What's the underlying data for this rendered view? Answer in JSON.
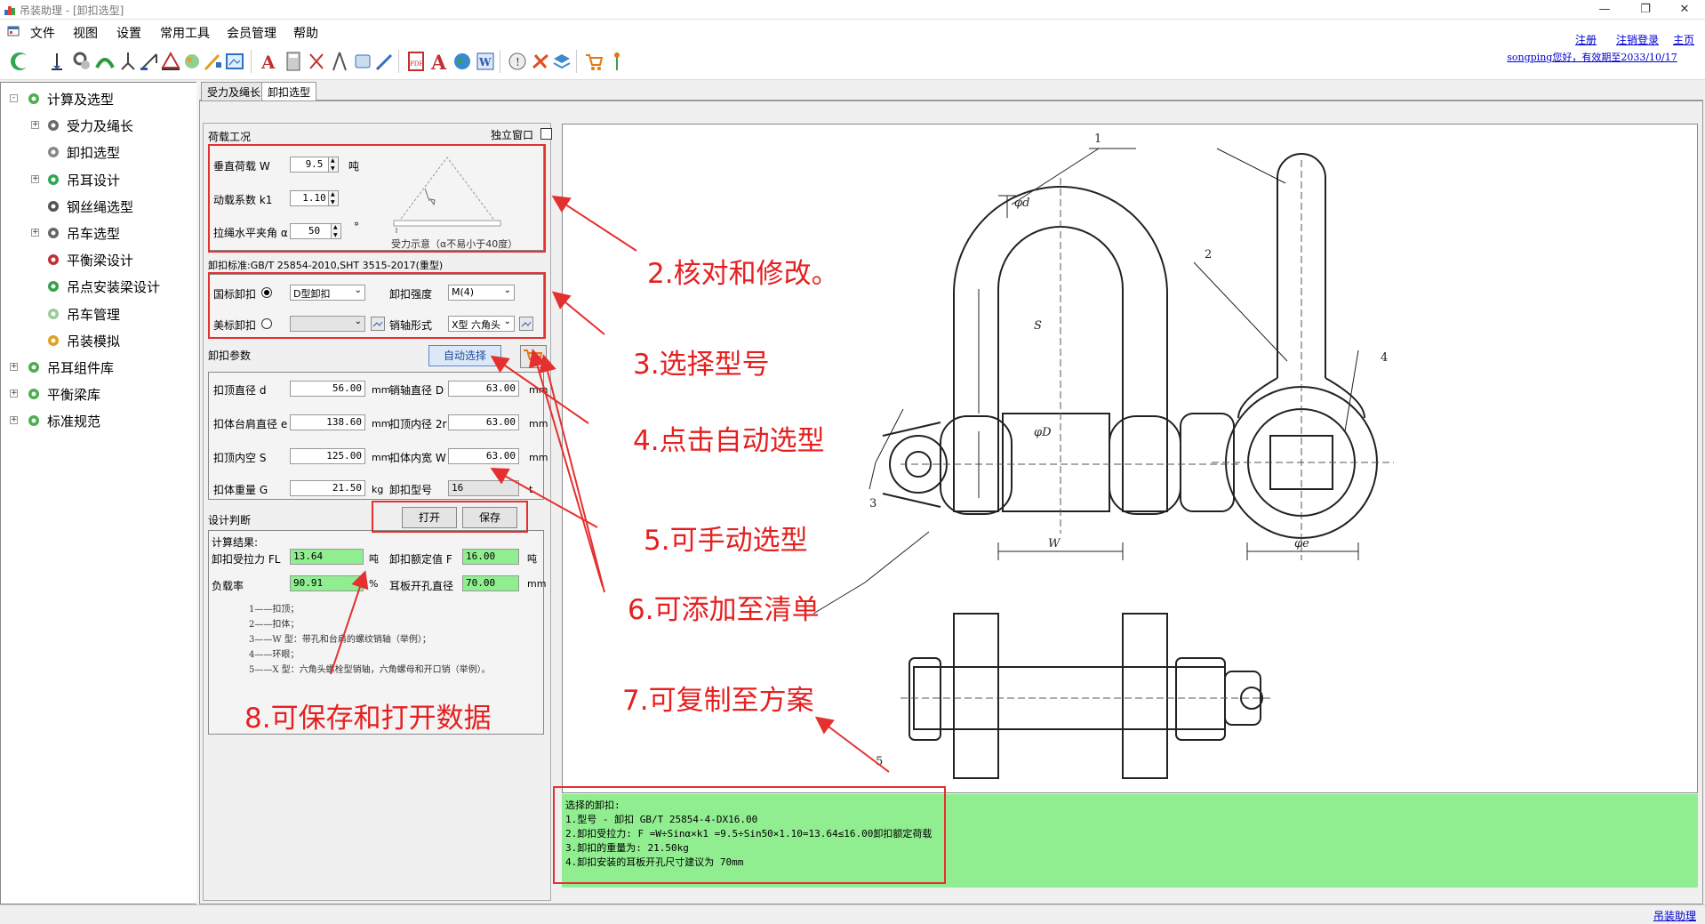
{
  "window": {
    "title": "吊装助理 - [卸扣选型]",
    "minimize": "—",
    "restore": "❐",
    "close": "✕"
  },
  "menu": [
    "文件",
    "视图",
    "设置",
    "常用工具",
    "会员管理",
    "帮助"
  ],
  "topright": {
    "register": "注册",
    "logout": "注销登录",
    "home": "主页",
    "user": "songping您好，有效期至2033/10/17"
  },
  "tree": [
    {
      "label": "计算及选型",
      "level": 0,
      "exp": "-"
    },
    {
      "label": "受力及绳长",
      "level": 1,
      "exp": "+"
    },
    {
      "label": "卸扣选型",
      "level": 1,
      "exp": ""
    },
    {
      "label": "吊耳设计",
      "level": 1,
      "exp": "+"
    },
    {
      "label": "钢丝绳选型",
      "level": 1,
      "exp": ""
    },
    {
      "label": "吊车选型",
      "level": 1,
      "exp": "+"
    },
    {
      "label": "平衡梁设计",
      "level": 1,
      "exp": ""
    },
    {
      "label": "吊点安装梁设计",
      "level": 1,
      "exp": ""
    },
    {
      "label": "吊车管理",
      "level": 1,
      "exp": ""
    },
    {
      "label": "吊装模拟",
      "level": 1,
      "exp": ""
    },
    {
      "label": "吊耳组件库",
      "level": 0,
      "exp": "+"
    },
    {
      "label": "平衡梁库",
      "level": 0,
      "exp": "+"
    },
    {
      "label": "标准规范",
      "level": 0,
      "exp": "+"
    }
  ],
  "tabs": [
    "受力及绳长",
    "卸扣选型"
  ],
  "load": {
    "section": "荷载工况",
    "independent": "独立窗口",
    "vertical_label": "垂直荷载 W",
    "vertical_value": "9.5",
    "vertical_unit": "吨",
    "dynamic_label": "动载系数 k1",
    "dynamic_value": "1.10",
    "angle_label": "拉绳水平夹角 α",
    "angle_value": "50",
    "angle_unit": "°",
    "diagram_caption": "受力示意（α不易小于40度）"
  },
  "standard": {
    "title": "卸扣标准:GB/T 25854-2010,SHT 3515-2017(重型)",
    "national_label": "国标卸扣",
    "national_type": "D型卸扣",
    "strength_label": "卸扣强度",
    "strength_value": "M(4)",
    "us_label": "美标卸扣",
    "us_type": "",
    "pin_label": "销轴形式",
    "pin_value": "X型 六角头"
  },
  "params": {
    "section": "卸扣参数",
    "auto_button": "自动选择",
    "rows": [
      {
        "l1": "扣顶直径 d",
        "v1": "56.00",
        "u1": "mm",
        "l2": "销轴直径 D",
        "v2": "63.00",
        "u2": "mm"
      },
      {
        "l1": "扣体台肩直径 e",
        "v1": "138.60",
        "u1": "mm",
        "l2": "扣顶内径 2r",
        "v2": "63.00",
        "u2": "mm"
      },
      {
        "l1": "扣顶内空 S",
        "v1": "125.00",
        "u1": "mm",
        "l2": "扣体内宽 W",
        "v2": "63.00",
        "u2": "mm"
      },
      {
        "l1": "扣体重量 G",
        "v1": "21.50",
        "u1": "kg",
        "l2": "卸扣型号",
        "v2": "16",
        "u2": "t"
      }
    ]
  },
  "design": {
    "section": "设计判断",
    "open": "打开",
    "save": "保存",
    "result_title": "计算结果:",
    "fl_label": "卸扣受拉力 FL",
    "fl_value": "13.64",
    "fl_unit": "吨",
    "rated_label": "卸扣额定值 F",
    "rated_value": "16.00",
    "rated_unit": "吨",
    "load_label": "负载率",
    "load_value": "90.91",
    "load_unit": "%",
    "hole_label": "耳板开孔直径",
    "hole_value": "70.00",
    "hole_unit": "mm",
    "notes": [
      "1——扣顶；",
      "2——扣体；",
      "3——W 型：带孔和台肩的螺纹销轴（举例）；",
      "4——环眼；",
      "5——X 型：六角头螺栓型销轴，六角螺母和开口销（举例）。"
    ]
  },
  "result": [
    "选择的卸扣:",
    "1.型号 - 卸扣 GB/T 25854-4-DX16.00",
    "2.卸扣受拉力: F =W÷Sinα×k1 =9.5÷Sin50×1.10=13.64≤16.00卸扣额定荷载",
    "3.卸扣的重量为: 21.50kg",
    "4.卸扣安装的耳板开孔尺寸建议为 70mm"
  ],
  "annotations": [
    "2.核对和修改。",
    "3.选择型号",
    "4.点击自动选型",
    "5.可手动选型",
    "6.可添加至清单",
    "7.可复制至方案",
    "8.可保存和打开数据"
  ],
  "drawing_labels": {
    "n1": "1",
    "n2": "2",
    "n3": "3",
    "n4": "4",
    "n5": "5",
    "d": "φd",
    "S": "S",
    "D": "φD",
    "W": "W",
    "e": "φe"
  },
  "status": {
    "link": "吊装助理"
  },
  "colors": {
    "accent_red": "#e53030",
    "result_green": "#90ee90",
    "link_blue": "#0000d0"
  }
}
